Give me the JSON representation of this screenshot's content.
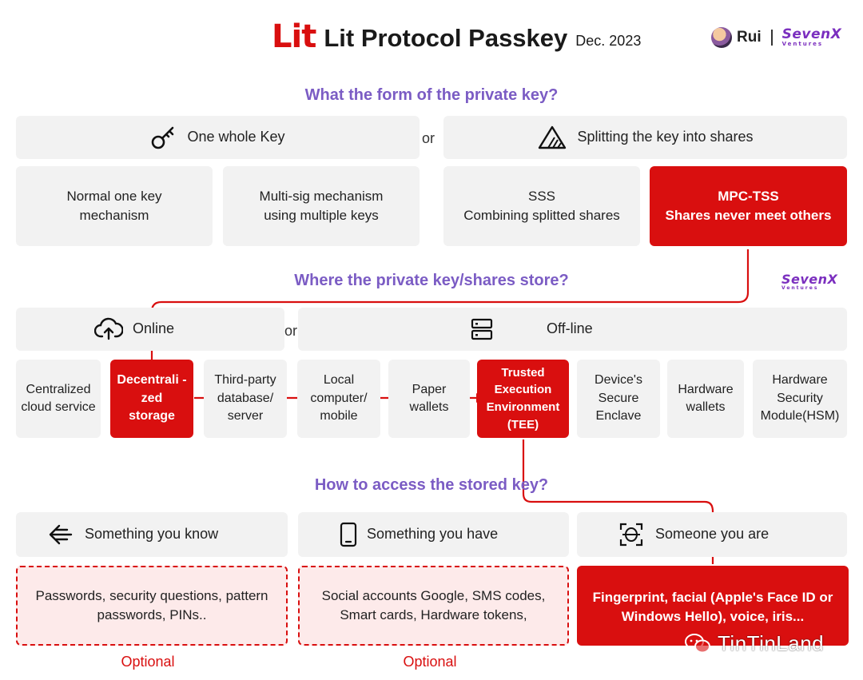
{
  "header": {
    "logo_text": "Lit",
    "title": "Lit Protocol Passkey",
    "date": "Dec. 2023",
    "author": "Rui",
    "brand": "SevenX",
    "brand_sub": "Ventures"
  },
  "q1": {
    "question": "What the form of the private key?",
    "whole_key": "One whole Key",
    "or": "or",
    "split_key": "Splitting the key into shares",
    "normal": "Normal one key mechanism",
    "multisig": "Multi-sig mechanism using multiple keys",
    "sss_title": "SSS",
    "sss_desc": "Combining splitted shares",
    "mpc_title": "MPC-TSS",
    "mpc_desc": "Shares never meet others"
  },
  "q2": {
    "question": "Where the private key/shares store?",
    "brand": "SevenX",
    "online": "Online",
    "or": "or",
    "offline": "Off-line",
    "options": [
      "Centralized cloud service",
      "Decentrali -zed storage",
      "Third-party database/ server",
      "Local computer/ mobile",
      "Paper wallets",
      "Trusted Execution Environment (TEE)",
      "Device's Secure Enclave",
      "Hardware wallets",
      "Hardware Security Module(HSM)"
    ]
  },
  "q3": {
    "question": "How to access the stored key?",
    "know": "Something you know",
    "have": "Something you have",
    "are": "Someone you are",
    "know_desc": "Passwords, security questions, pattern passwords, PINs..",
    "have_desc": "Social accounts Google, SMS codes, Smart cards, Hardware tokens,",
    "are_desc": "Fingerprint, facial (Apple's Face ID or Windows Hello), voice, iris...",
    "optional_1": "Optional",
    "optional_2": "Optional"
  },
  "watermark": "TinTinLand",
  "colors": {
    "accent_red": "#d90f0f",
    "question_purple": "#7b5cc4",
    "box_gray": "#f2f2f2",
    "brand_purple": "#7b2fbf"
  }
}
